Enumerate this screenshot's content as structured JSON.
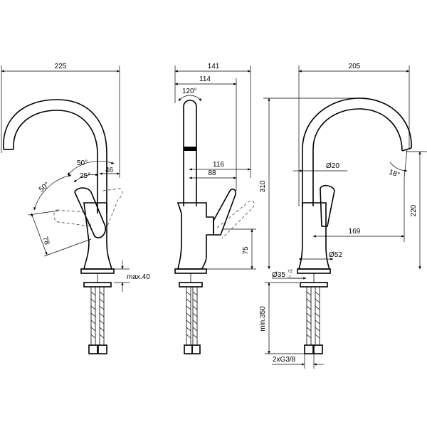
{
  "left_view": {
    "dim_width": "225",
    "angle_top": "50°",
    "angle_mid": "25°",
    "dim_46": "46",
    "angle_side": "50°",
    "dim_78": "78",
    "dim_max": "max.40"
  },
  "middle_view": {
    "dim_141": "141",
    "dim_114": "114",
    "angle_swivel": "120°",
    "dim_116": "116",
    "dim_88": "88",
    "dim_75": "75"
  },
  "right_view": {
    "dim_205": "205",
    "dim_310": "310",
    "dim_d20": "Ø20",
    "angle_18": "18°",
    "dim_220": "220",
    "dim_169": "169",
    "dim_d52": "Ø52",
    "dim_d35": "Ø35",
    "tol_plus": "+2",
    "tol_minus": "-1",
    "dim_min350": "min.350",
    "thread": "2xG3/8"
  }
}
